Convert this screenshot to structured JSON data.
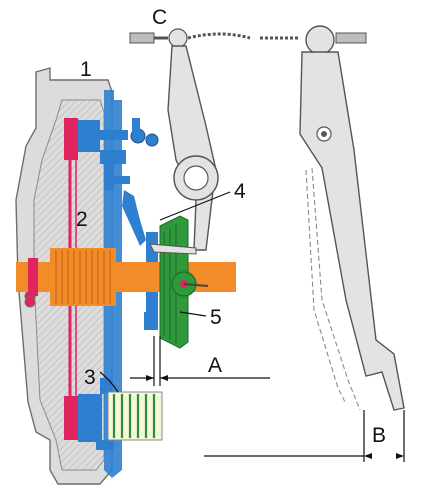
{
  "labels": {
    "c": "C",
    "l1": "1",
    "l2": "2",
    "l3": "3",
    "l4": "4",
    "l5": "5",
    "a": "A",
    "b": "B"
  },
  "colors": {
    "housing_fill": "#dcdcdc",
    "housing_stroke": "#6e6e6e",
    "pressure_plate": "#e0245e",
    "release_parts": "#2f7fd1",
    "release_bearing": "#2e9a3c",
    "shaft": "#f28c28",
    "spring": "#f4f6d8",
    "spring_coil": "#2f8a3a",
    "lever_fill": "#e3e3e3",
    "lever_stroke": "#555555",
    "dim_line": "#111111",
    "hatch": "#b5b5b5"
  },
  "icons": {
    "cable": "clutch-cable-icon",
    "lever": "release-fork-lever-icon",
    "pedal": "clutch-pedal-icon",
    "spring": "coil-spring-icon"
  }
}
